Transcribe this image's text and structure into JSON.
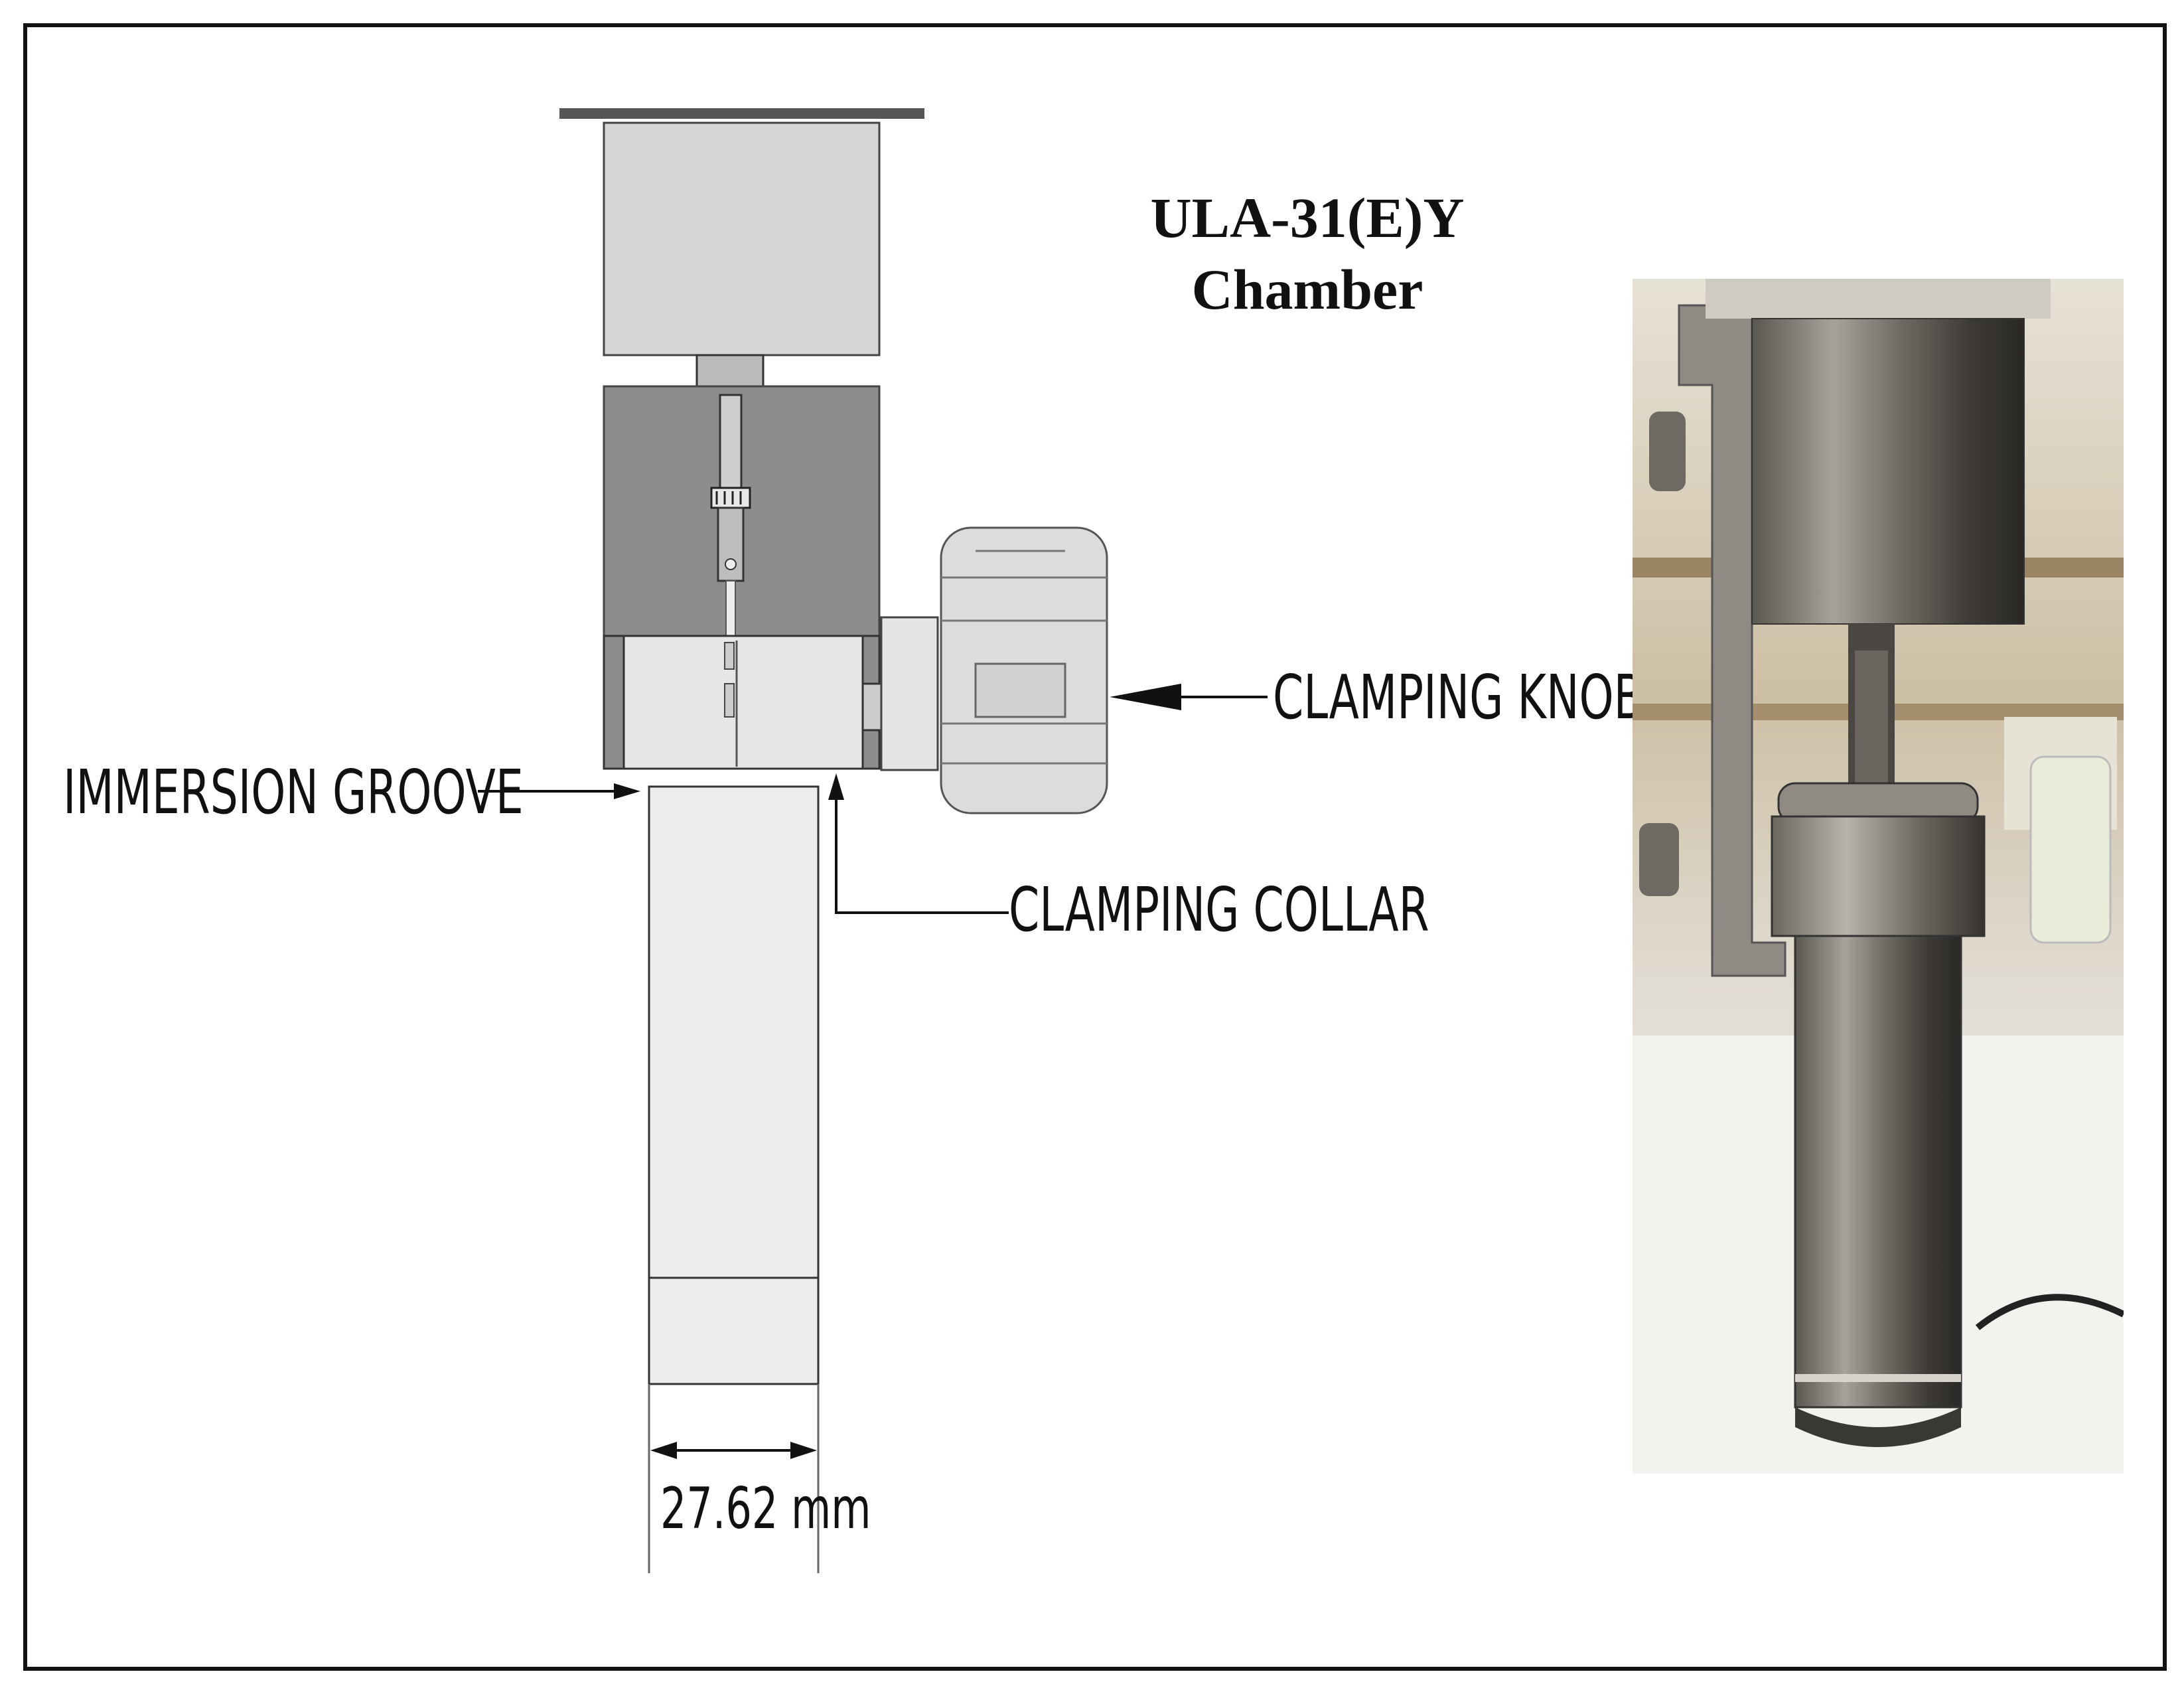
{
  "title": {
    "line1": "ULA-31(E)Y",
    "line2": "Chamber"
  },
  "callouts": {
    "clamping_knob": "CLAMPING KNOB",
    "immersion_groove": "IMMERSION GROOVE",
    "clamping_collar": "CLAMPING COLLAR"
  },
  "dimension": {
    "diameter_label": "27.62 mm"
  },
  "photo": {
    "description_icon": "photo-of-chamber"
  }
}
